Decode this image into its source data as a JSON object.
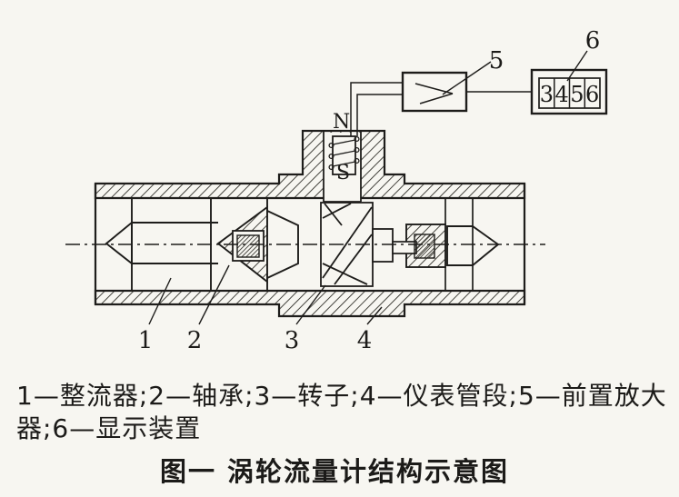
{
  "figure": {
    "caption_line1": "1—整流器;2—轴承;3—转子;4—仪表管段;5—前置放大",
    "caption_line2": "器;6—显示装置",
    "title": "图一 涡轮流量计结构示意图"
  },
  "diagram": {
    "part_labels": {
      "p1": "1",
      "p2": "2",
      "p3": "3",
      "p4": "4",
      "p5": "5",
      "p6": "6"
    },
    "magnet_poles": {
      "north": "N",
      "south": "S"
    },
    "display": {
      "digits": [
        "3",
        "4",
        "5",
        "6"
      ]
    },
    "colors": {
      "ink": "#1e1d1b",
      "paper": "#f7f6f1"
    }
  }
}
